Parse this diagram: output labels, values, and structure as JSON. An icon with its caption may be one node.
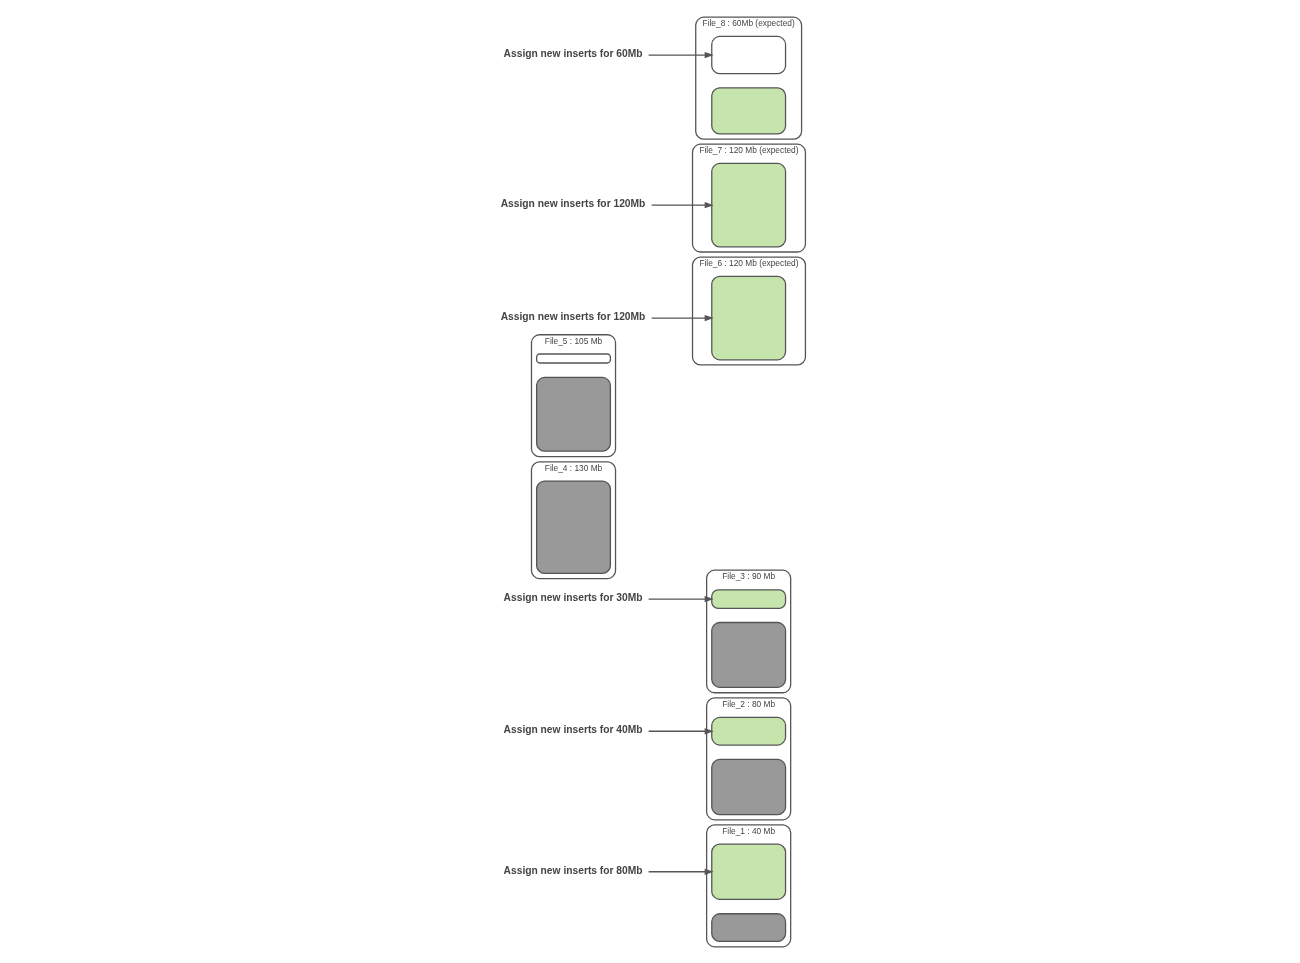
{
  "diagram": {
    "nodes": [
      {
        "text": [
          "Assign new inserts for 80Mb"
        ]
      },
      {
        "text": [
          "File_1 : 40 Mb"
        ]
      },
      {
        "text": [],
        "shape": "box",
        "in": 1
      },
      {
        "text": [],
        "shape": "box",
        "in": 1
      },
      {
        "text": [
          "File_2 : 80 Mb"
        ]
      },
      {
        "text": [],
        "shape": "box",
        "in": 4
      },
      {
        "text": [],
        "shape": "box",
        "in": 4
      },
      {
        "text": [
          "File_3 : 90 Mb"
        ]
      },
      {
        "text": [],
        "shape": "box",
        "in": 7
      },
      {
        "text": [],
        "shape": "box",
        "in": 7
      },
      {
        "text": [
          "Assign new inserts for 40Mb"
        ]
      },
      {
        "text": [
          "Assign new inserts for 30Mb"
        ]
      },
      {
        "text": [
          "File_4 : 130 Mb"
        ]
      },
      {
        "text": [],
        "shape": "box",
        "in": 12
      },
      {
        "text": [
          "File_5 : 105 Mb"
        ]
      },
      {
        "text": [],
        "shape": "box",
        "in": 14
      },
      {
        "text": [],
        "shape": "box",
        "in": 14
      },
      {
        "text": [
          "File_6 : 120 Mb (expected)"
        ]
      },
      {
        "text": [],
        "shape": "box",
        "in": 17
      },
      {
        "text": [
          "Assign new inserts for 120Mb"
        ]
      },
      {
        "text": [
          "Assign new inserts for 120Mb"
        ]
      },
      {
        "text": [
          "File_7 : 120 Mb (expected)"
        ]
      },
      {
        "text": [],
        "shape": "box",
        "in": 21
      },
      {
        "text": [
          "File_8 : 60Mb (expected)"
        ]
      },
      {
        "text": [],
        "shape": "box",
        "in": 23
      },
      {
        "text": [],
        "shape": "box",
        "in": 23
      },
      {
        "text": [
          "Assign new inserts for 60Mb"
        ]
      }
    ],
    "edges": [
      {
        "from": 0,
        "to": 2,
        "arrow": "to"
      },
      {
        "from": 10,
        "to": 5,
        "arrow": "to"
      },
      {
        "from": 11,
        "to": 8,
        "arrow": "to"
      },
      {
        "from": 19,
        "to": 18,
        "arrow": "to"
      },
      {
        "from": 20,
        "to": 22,
        "arrow": "to"
      },
      {
        "from": 26,
        "to": 24,
        "arrow": "to"
      }
    ]
  }
}
